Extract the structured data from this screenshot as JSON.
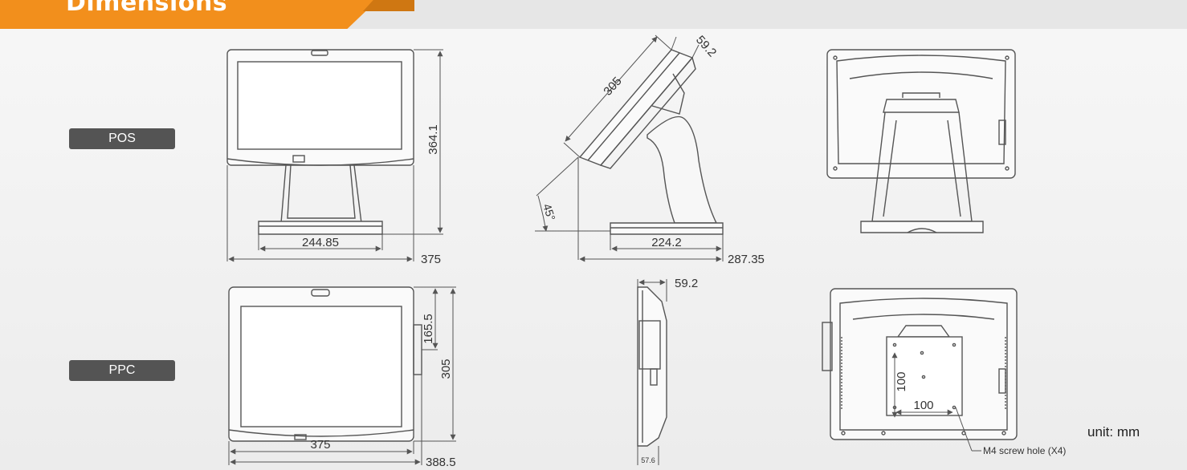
{
  "header": {
    "title": "Dimensions"
  },
  "rows": {
    "pos_label": "POS",
    "ppc_label": "PPC"
  },
  "pos": {
    "front_width": "244.85",
    "front_overall_width": "375",
    "front_height": "364.1",
    "side_length": "305",
    "side_depth": "59.2",
    "side_angle": "45°",
    "side_base": "224.2",
    "side_overall": "287.35"
  },
  "ppc": {
    "front_height_upper": "165.5",
    "front_height": "305",
    "front_width": "375",
    "front_overall_width": "388.5",
    "side_depth": "59.2",
    "side_base": "57.6",
    "vesa_height": "100",
    "vesa_width": "100",
    "screw_note": "M4  screw hole (X4)"
  },
  "unit": "unit: mm",
  "colors": {
    "accent": "#f28f1c",
    "pill": "#545454",
    "line": "#555555"
  }
}
